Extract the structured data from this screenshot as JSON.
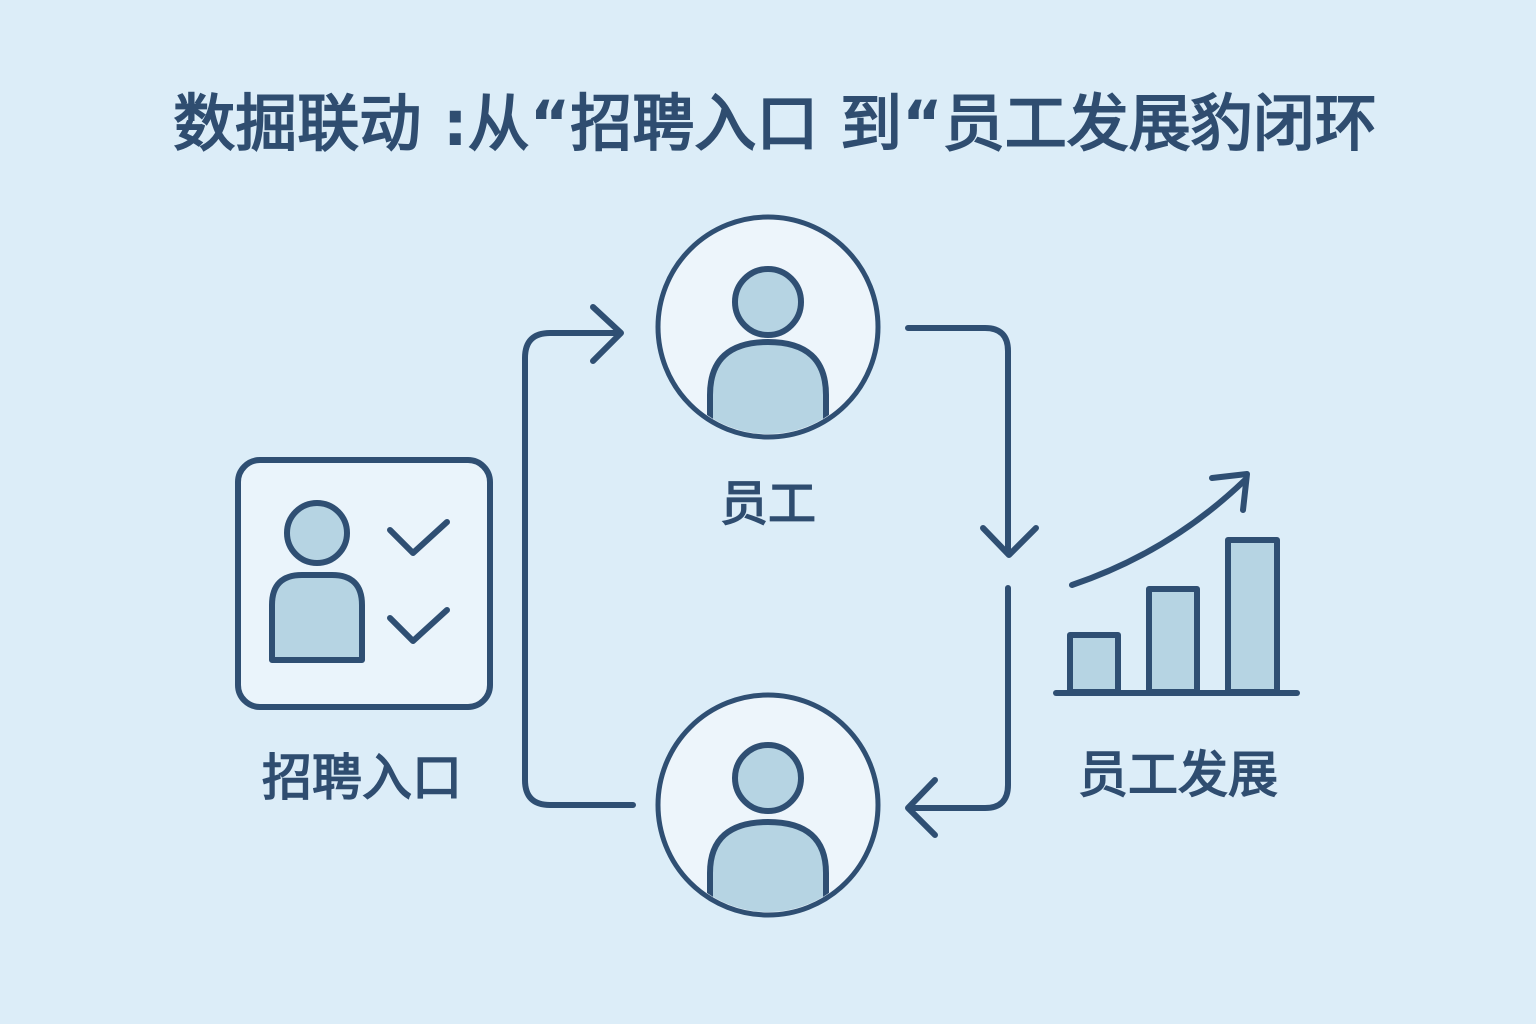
{
  "title": "数掘联动 :从“招聘入口 到“员工发展豹闭环",
  "nodes": {
    "recruitment": {
      "label": "招聘入口",
      "icon": "candidate-checklist-icon"
    },
    "employee_top": {
      "label": "员工",
      "icon": "person-icon"
    },
    "employee_bottom": {
      "icon": "person-icon"
    },
    "development": {
      "label": "员工发展",
      "icon": "growth-bar-chart-icon"
    }
  },
  "colors": {
    "background": "#dcedf8",
    "stroke": "#2f4f73",
    "fill": "#b6d4e3",
    "panel": "#eaf4fb"
  }
}
